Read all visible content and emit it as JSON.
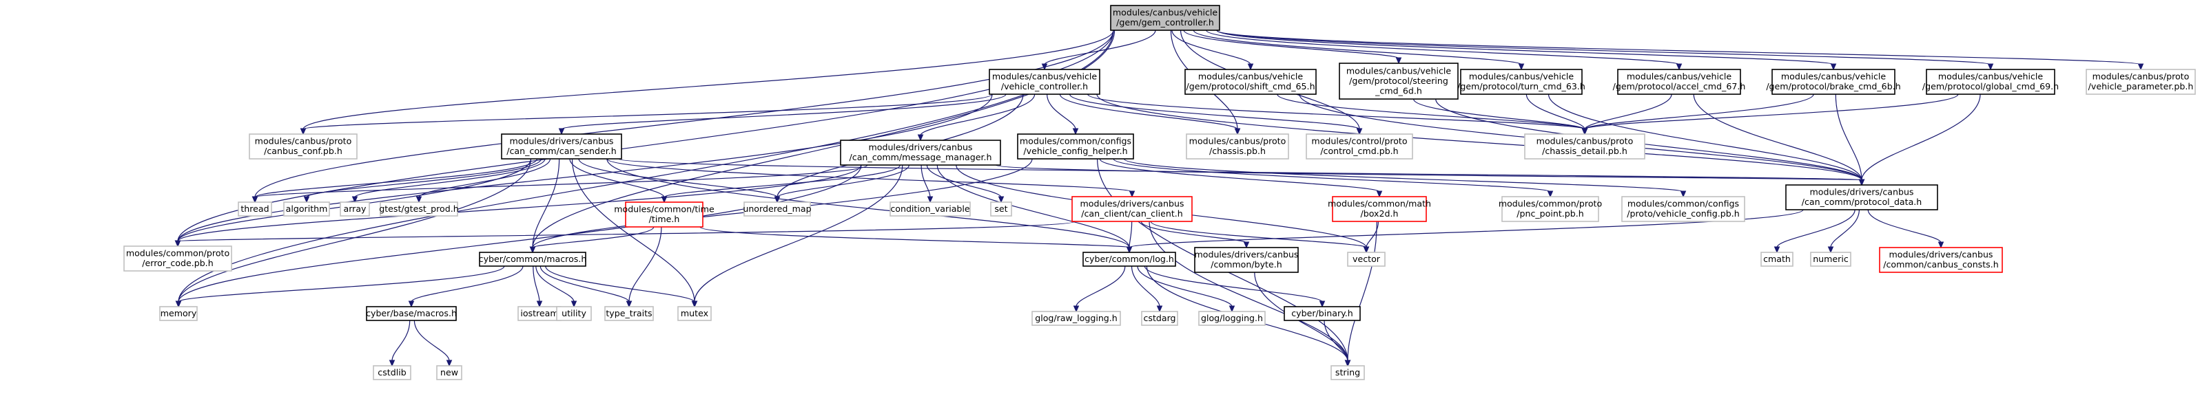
{
  "graph": {
    "nodes": [
      {
        "id": "gem",
        "lines": [
          "modules/canbus/vehicle",
          "/gem/gem_controller.h"
        ],
        "style": "root"
      },
      {
        "id": "vc",
        "lines": [
          "modules/canbus/vehicle",
          "/vehicle_controller.h"
        ],
        "style": "include"
      },
      {
        "id": "shift",
        "lines": [
          "modules/canbus/vehicle",
          "/gem/protocol/shift_cmd_65.h"
        ],
        "style": "include"
      },
      {
        "id": "steer",
        "lines": [
          "modules/canbus/vehicle",
          "/gem/protocol/steering",
          "_cmd_6d.h"
        ],
        "style": "include"
      },
      {
        "id": "turn",
        "lines": [
          "modules/canbus/vehicle",
          "/gem/protocol/turn_cmd_63.h"
        ],
        "style": "include"
      },
      {
        "id": "accel",
        "lines": [
          "modules/canbus/vehicle",
          "/gem/protocol/accel_cmd_67.h"
        ],
        "style": "include"
      },
      {
        "id": "brake",
        "lines": [
          "modules/canbus/vehicle",
          "/gem/protocol/brake_cmd_6b.h"
        ],
        "style": "include"
      },
      {
        "id": "global",
        "lines": [
          "modules/canbus/vehicle",
          "/gem/protocol/global_cmd_69.h"
        ],
        "style": "include"
      },
      {
        "id": "vparam",
        "lines": [
          "modules/canbus/proto",
          "/vehicle_parameter.pb.h"
        ],
        "style": "system"
      },
      {
        "id": "canconf",
        "lines": [
          "modules/canbus/proto",
          "/canbus_conf.pb.h"
        ],
        "style": "system"
      },
      {
        "id": "sender",
        "lines": [
          "modules/drivers/canbus",
          "/can_comm/can_sender.h"
        ],
        "style": "include"
      },
      {
        "id": "msgmgr",
        "lines": [
          "modules/drivers/canbus",
          "/can_comm/message_manager.h"
        ],
        "style": "include"
      },
      {
        "id": "vchelper",
        "lines": [
          "modules/common/configs",
          "/vehicle_config_helper.h"
        ],
        "style": "include"
      },
      {
        "id": "chassis",
        "lines": [
          "modules/canbus/proto",
          "/chassis.pb.h"
        ],
        "style": "system"
      },
      {
        "id": "ctrlcmd",
        "lines": [
          "modules/control/proto",
          "/control_cmd.pb.h"
        ],
        "style": "system"
      },
      {
        "id": "chdetail",
        "lines": [
          "modules/canbus/proto",
          "/chassis_detail.pb.h"
        ],
        "style": "system"
      },
      {
        "id": "protodata",
        "lines": [
          "modules/drivers/canbus",
          "/can_comm/protocol_data.h"
        ],
        "style": "include"
      },
      {
        "id": "thread",
        "lines": [
          "thread"
        ],
        "style": "system"
      },
      {
        "id": "algorithm",
        "lines": [
          "algorithm"
        ],
        "style": "system"
      },
      {
        "id": "array",
        "lines": [
          "array"
        ],
        "style": "system"
      },
      {
        "id": "gtest",
        "lines": [
          "gtest/gtest_prod.h"
        ],
        "style": "system"
      },
      {
        "id": "umap",
        "lines": [
          "unordered_map"
        ],
        "style": "system"
      },
      {
        "id": "ctime",
        "lines": [
          "modules/common/time",
          "/time.h"
        ],
        "style": "incomplete"
      },
      {
        "id": "condvar",
        "lines": [
          "condition_variable"
        ],
        "style": "system"
      },
      {
        "id": "set",
        "lines": [
          "set"
        ],
        "style": "system"
      },
      {
        "id": "canclient",
        "lines": [
          "modules/drivers/canbus",
          "/can_client/can_client.h"
        ],
        "style": "incomplete"
      },
      {
        "id": "box2d",
        "lines": [
          "modules/common/math",
          "/box2d.h"
        ],
        "style": "incomplete"
      },
      {
        "id": "pnc",
        "lines": [
          "modules/common/proto",
          "/pnc_point.pb.h"
        ],
        "style": "system"
      },
      {
        "id": "vconfig",
        "lines": [
          "modules/common/configs",
          "/proto/vehicle_config.pb.h"
        ],
        "style": "system"
      },
      {
        "id": "errcode",
        "lines": [
          "modules/common/proto",
          "/error_code.pb.h"
        ],
        "style": "system"
      },
      {
        "id": "macros",
        "lines": [
          "cyber/common/macros.h"
        ],
        "style": "include"
      },
      {
        "id": "log",
        "lines": [
          "cyber/common/log.h"
        ],
        "style": "include"
      },
      {
        "id": "byte",
        "lines": [
          "modules/drivers/canbus",
          "/common/byte.h"
        ],
        "style": "include"
      },
      {
        "id": "vector",
        "lines": [
          "vector"
        ],
        "style": "system"
      },
      {
        "id": "cmath",
        "lines": [
          "cmath"
        ],
        "style": "system"
      },
      {
        "id": "numeric",
        "lines": [
          "numeric"
        ],
        "style": "system"
      },
      {
        "id": "consts",
        "lines": [
          "modules/drivers/canbus",
          "/common/canbus_consts.h"
        ],
        "style": "incomplete"
      },
      {
        "id": "memory",
        "lines": [
          "memory"
        ],
        "style": "system"
      },
      {
        "id": "basemacros",
        "lines": [
          "cyber/base/macros.h"
        ],
        "style": "include"
      },
      {
        "id": "iostream",
        "lines": [
          "iostream"
        ],
        "style": "system"
      },
      {
        "id": "utility",
        "lines": [
          "utility"
        ],
        "style": "system"
      },
      {
        "id": "typetraits",
        "lines": [
          "type_traits"
        ],
        "style": "system"
      },
      {
        "id": "mutex",
        "lines": [
          "mutex"
        ],
        "style": "system"
      },
      {
        "id": "glograw",
        "lines": [
          "glog/raw_logging.h"
        ],
        "style": "system"
      },
      {
        "id": "cstdarg",
        "lines": [
          "cstdarg"
        ],
        "style": "system"
      },
      {
        "id": "gloglog",
        "lines": [
          "glog/logging.h"
        ],
        "style": "system"
      },
      {
        "id": "binary",
        "lines": [
          "cyber/binary.h"
        ],
        "style": "include"
      },
      {
        "id": "cstdlib",
        "lines": [
          "cstdlib"
        ],
        "style": "system"
      },
      {
        "id": "new",
        "lines": [
          "new"
        ],
        "style": "system"
      },
      {
        "id": "string",
        "lines": [
          "string"
        ],
        "style": "system"
      }
    ],
    "edges": [
      [
        "gem",
        "vc"
      ],
      [
        "gem",
        "shift"
      ],
      [
        "gem",
        "steer"
      ],
      [
        "gem",
        "turn"
      ],
      [
        "gem",
        "accel"
      ],
      [
        "gem",
        "brake"
      ],
      [
        "gem",
        "global"
      ],
      [
        "gem",
        "vparam"
      ],
      [
        "gem",
        "canconf"
      ],
      [
        "gem",
        "chassis"
      ],
      [
        "gem",
        "ctrlcmd"
      ],
      [
        "gem",
        "thread"
      ],
      [
        "gem",
        "errcode"
      ],
      [
        "gem",
        "macros"
      ],
      [
        "gem",
        "memory"
      ],
      [
        "vc",
        "canconf"
      ],
      [
        "vc",
        "sender"
      ],
      [
        "vc",
        "msgmgr"
      ],
      [
        "vc",
        "vchelper"
      ],
      [
        "vc",
        "chassis"
      ],
      [
        "vc",
        "ctrlcmd"
      ],
      [
        "vc",
        "chdetail"
      ],
      [
        "vc",
        "umap"
      ],
      [
        "vc",
        "errcode"
      ],
      [
        "vc",
        "protodata"
      ],
      [
        "shift",
        "chdetail"
      ],
      [
        "shift",
        "protodata"
      ],
      [
        "steer",
        "chdetail"
      ],
      [
        "steer",
        "protodata"
      ],
      [
        "turn",
        "chdetail"
      ],
      [
        "turn",
        "protodata"
      ],
      [
        "accel",
        "chdetail"
      ],
      [
        "accel",
        "protodata"
      ],
      [
        "brake",
        "chdetail"
      ],
      [
        "brake",
        "protodata"
      ],
      [
        "global",
        "chdetail"
      ],
      [
        "global",
        "protodata"
      ],
      [
        "sender",
        "thread"
      ],
      [
        "sender",
        "algorithm"
      ],
      [
        "sender",
        "array"
      ],
      [
        "sender",
        "gtest"
      ],
      [
        "sender",
        "umap"
      ],
      [
        "sender",
        "ctime"
      ],
      [
        "sender",
        "canclient"
      ],
      [
        "sender",
        "protodata"
      ],
      [
        "sender",
        "macros"
      ],
      [
        "sender",
        "log"
      ],
      [
        "sender",
        "mutex"
      ],
      [
        "sender",
        "errcode"
      ],
      [
        "sender",
        "memory"
      ],
      [
        "msgmgr",
        "thread"
      ],
      [
        "msgmgr",
        "umap"
      ],
      [
        "msgmgr",
        "condvar"
      ],
      [
        "msgmgr",
        "set"
      ],
      [
        "msgmgr",
        "ctime"
      ],
      [
        "msgmgr",
        "protodata"
      ],
      [
        "msgmgr",
        "vector"
      ],
      [
        "msgmgr",
        "log"
      ],
      [
        "msgmgr",
        "errcode"
      ],
      [
        "msgmgr",
        "mutex"
      ],
      [
        "msgmgr",
        "memory"
      ],
      [
        "vchelper",
        "box2d"
      ],
      [
        "vchelper",
        "pnc"
      ],
      [
        "vchelper",
        "vconfig"
      ],
      [
        "vchelper",
        "macros"
      ],
      [
        "vchelper",
        "string"
      ],
      [
        "ctime",
        "macros"
      ],
      [
        "ctime",
        "log"
      ],
      [
        "ctime",
        "typetraits"
      ],
      [
        "canclient",
        "errcode"
      ],
      [
        "canclient",
        "log"
      ],
      [
        "canclient",
        "byte"
      ],
      [
        "canclient",
        "vector"
      ],
      [
        "canclient",
        "string"
      ],
      [
        "box2d",
        "vector"
      ],
      [
        "box2d",
        "string"
      ],
      [
        "protodata",
        "log"
      ],
      [
        "protodata",
        "cmath"
      ],
      [
        "protodata",
        "numeric"
      ],
      [
        "protodata",
        "consts"
      ],
      [
        "macros",
        "basemacros"
      ],
      [
        "macros",
        "iostream"
      ],
      [
        "macros",
        "utility"
      ],
      [
        "macros",
        "typetraits"
      ],
      [
        "macros",
        "mutex"
      ],
      [
        "macros",
        "memory"
      ],
      [
        "log",
        "glograw"
      ],
      [
        "log",
        "cstdarg"
      ],
      [
        "log",
        "gloglog"
      ],
      [
        "log",
        "binary"
      ],
      [
        "log",
        "string"
      ],
      [
        "byte",
        "string"
      ],
      [
        "basemacros",
        "cstdlib"
      ],
      [
        "basemacros",
        "new"
      ],
      [
        "binary",
        "string"
      ]
    ]
  },
  "colors": {
    "root_fill": "#bfbfbf",
    "node_fill": "#ffffff",
    "include_border": "#000000",
    "system_border": "#bfbfbf",
    "incomplete_border": "#ff0000",
    "edge": "#191970",
    "text": "#000000"
  }
}
